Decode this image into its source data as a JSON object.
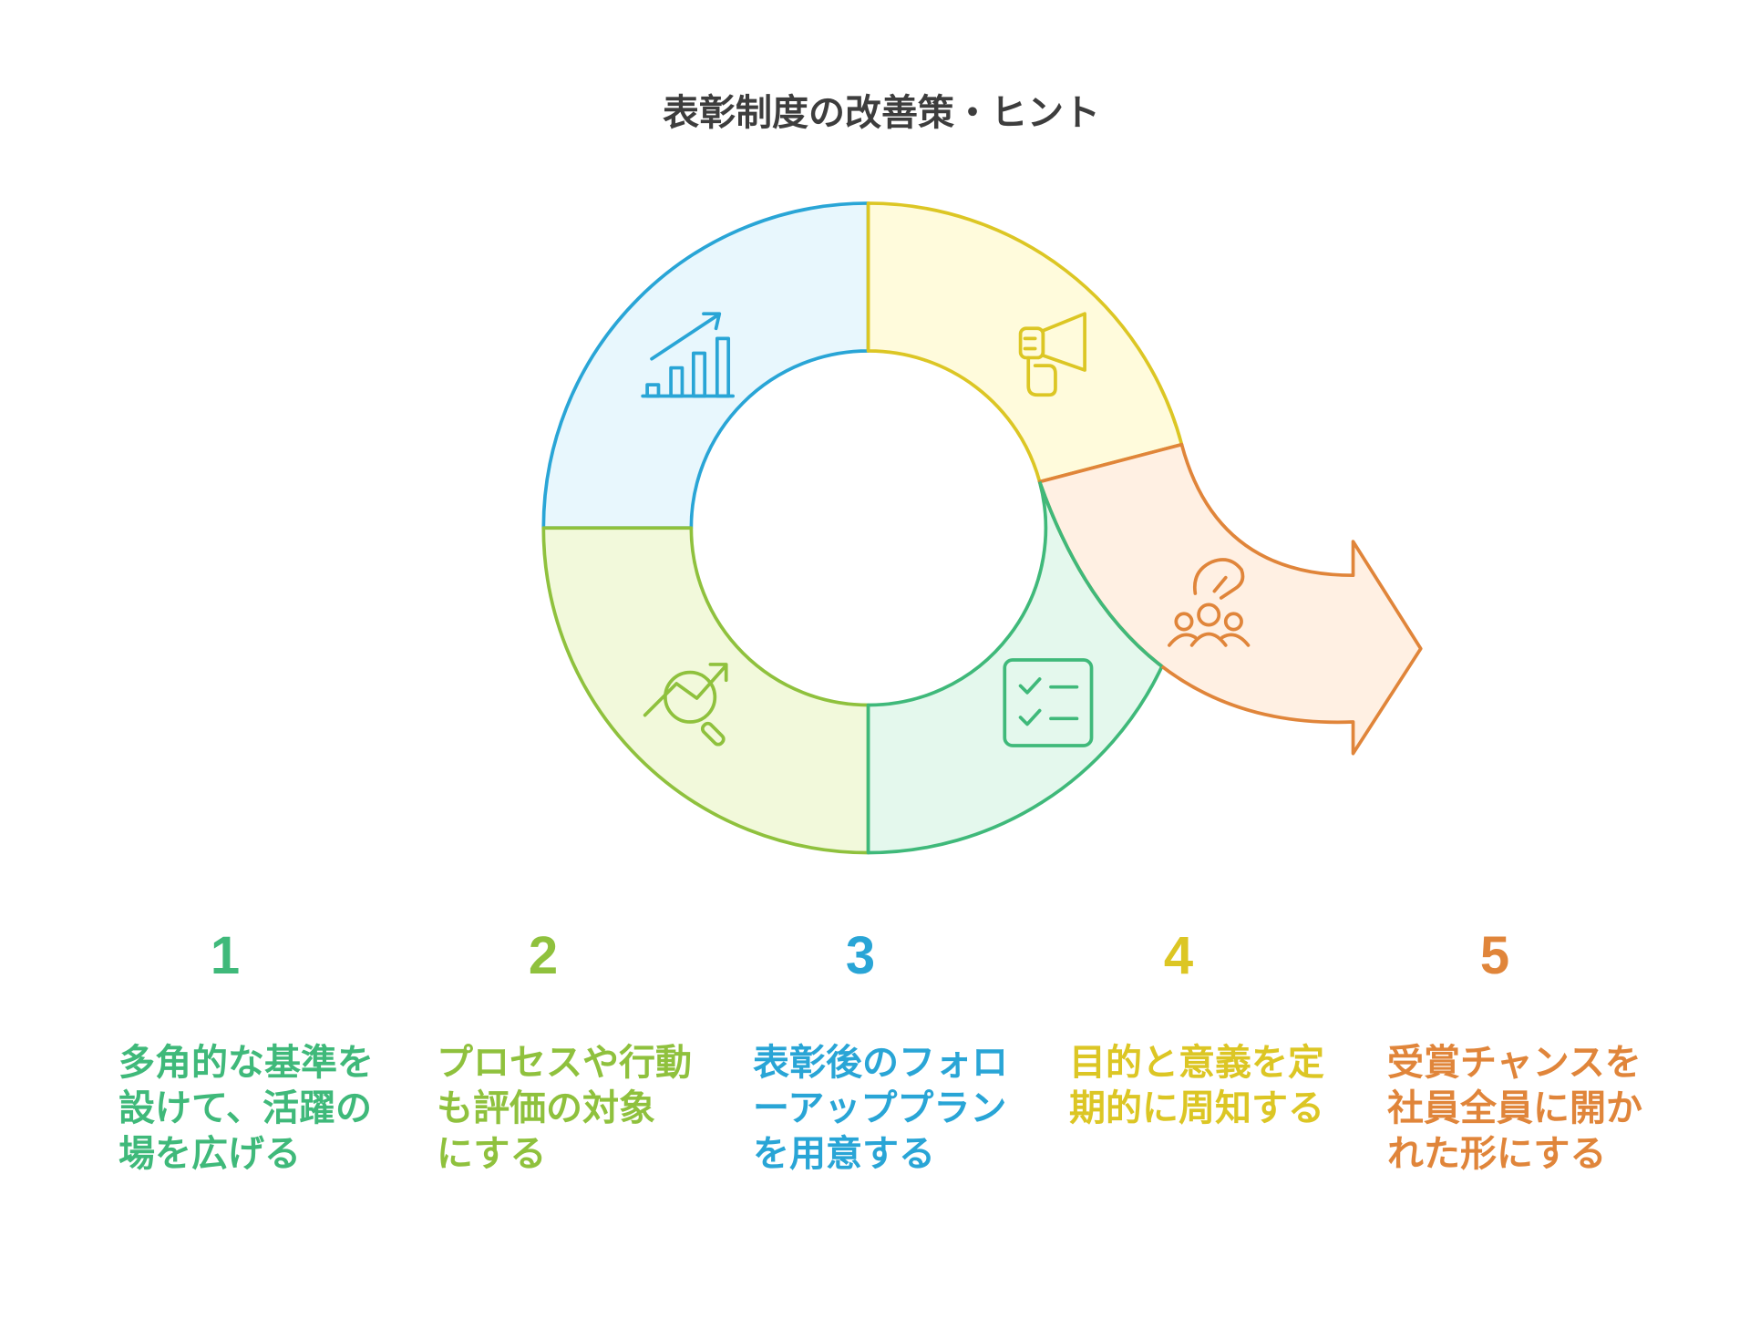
{
  "title": "表彰制度の改善策・ヒント",
  "title_color": "#3d3d3d",
  "steps": [
    {
      "number": "1",
      "lines": [
        "多角的な基準を",
        "設けて、活躍の",
        "場を広げる"
      ],
      "color": "#3fb97a",
      "fill": "#e4f8ed",
      "icon": "checklist-icon"
    },
    {
      "number": "2",
      "lines": [
        "プロセスや行動",
        "も評価の対象",
        "にする"
      ],
      "color": "#8fc13d",
      "fill": "#f2f9db",
      "icon": "trend-magnifier-icon"
    },
    {
      "number": "3",
      "lines": [
        "表彰後のフォロ",
        "ーアッププラン",
        "を用意する"
      ],
      "color": "#29a5d6",
      "fill": "#e8f7fd",
      "icon": "growth-chart-icon"
    },
    {
      "number": "4",
      "lines": [
        "目的と意義を定",
        "期的に周知する"
      ],
      "color": "#dcc624",
      "fill": "#fffbdc",
      "icon": "megaphone-icon"
    },
    {
      "number": "5",
      "lines": [
        "受賞チャンスを",
        "社員全員に開か",
        "れた形にする"
      ],
      "color": "#e0853a",
      "fill": "#fff0e3",
      "icon": "group-hand-icon"
    }
  ]
}
